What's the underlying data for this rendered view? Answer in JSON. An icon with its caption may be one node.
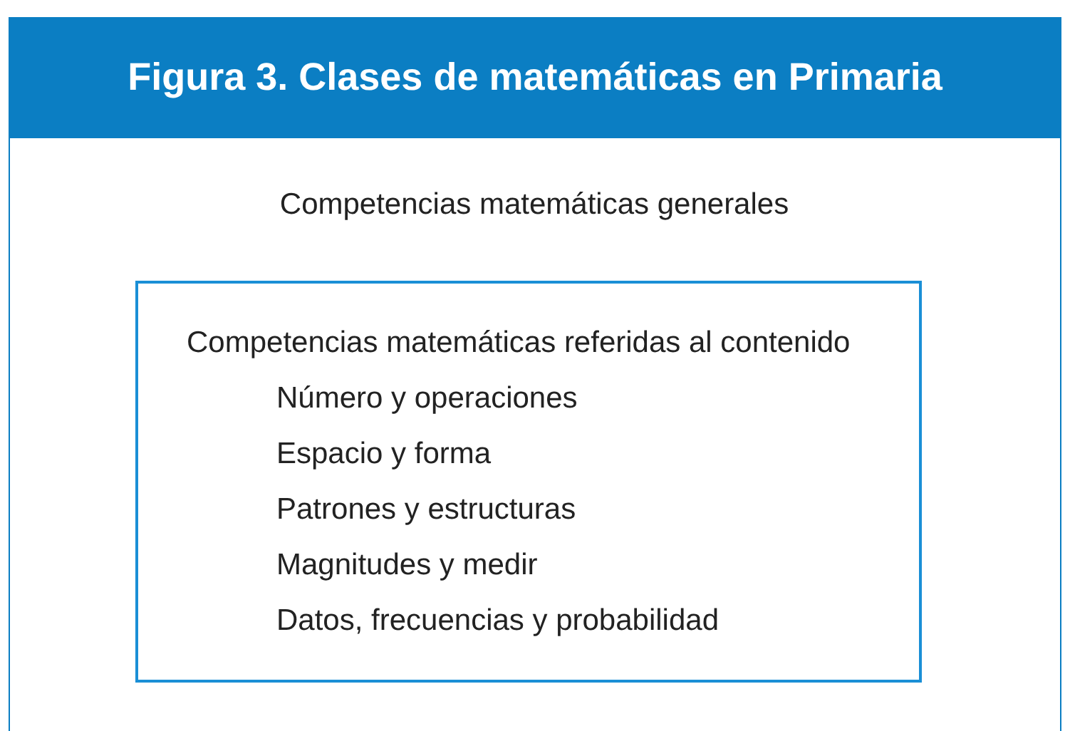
{
  "diagram": {
    "title": "Figura 3. Clases de matemáticas en Primaria",
    "nodes": [
      {
        "text": [
          "Competencias matemáticas generales"
        ]
      },
      {
        "text": [
          "Competencias matemáticas referidas al contenido",
          "Número y operaciones",
          "Espacio y forma",
          "Patrones y estructuras",
          "Magnitudes y medir",
          "Datos, frecuencias y probabilidad"
        ],
        "in": 0
      }
    ]
  }
}
